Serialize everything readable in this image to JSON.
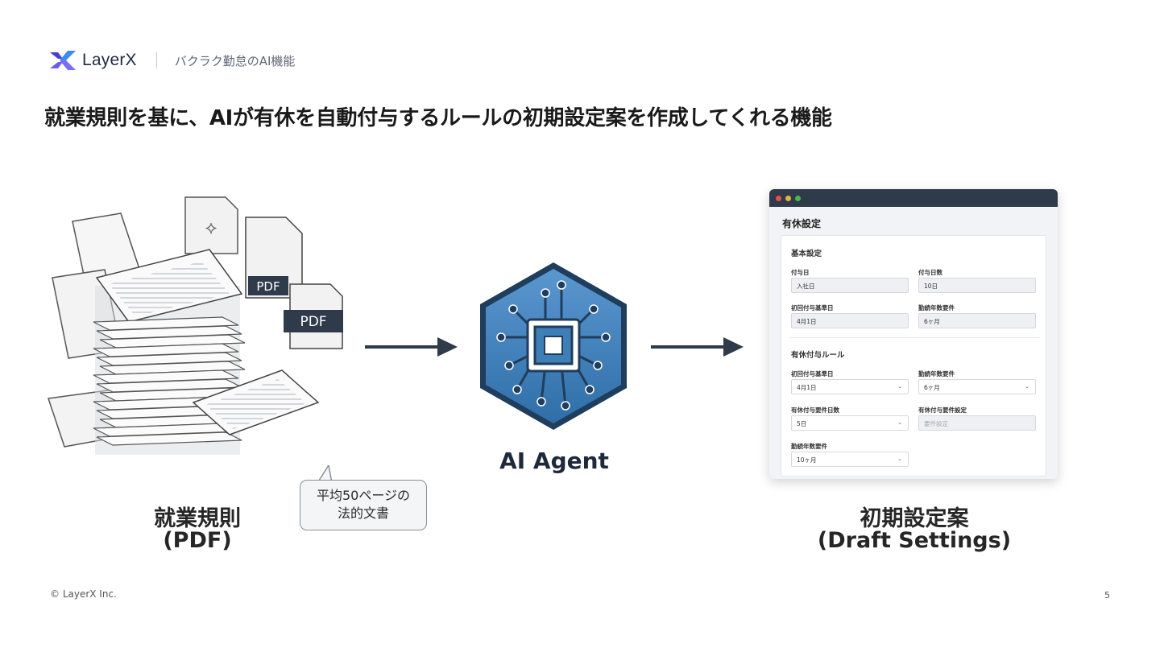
{
  "header": {
    "logo_text": "LayerX",
    "subtitle": "バクラク勤怠のAI機能"
  },
  "title": "就業規則を基に、AIが有休を自動付与するルールの初期設定案を作成してくれる機能",
  "source": {
    "label_line1": "就業規則",
    "label_line2": "(PDF)",
    "pdf_badge_1": "PDF",
    "pdf_badge_2": "PDF",
    "bubble_line1": "平均50ページの",
    "bubble_line2": "法的文書"
  },
  "agent": {
    "label": "AI Agent"
  },
  "output": {
    "label_line1": "初期設定案",
    "label_line2": "(Draft Settings)",
    "window": {
      "title": "有休設定",
      "basic_section": "基本設定",
      "fields_basic": [
        {
          "label": "付与日",
          "value": "入社日"
        },
        {
          "label": "付与日数",
          "value": "10日"
        },
        {
          "label": "初回付与基準日",
          "value": "4月1日"
        },
        {
          "label": "勤続年数要件",
          "value": "6ヶ月"
        }
      ],
      "rule_section": "有休付与ルール",
      "fields_rule": [
        {
          "label": "初回付与基準日",
          "value": "4月1日"
        },
        {
          "label": "勤続年数要件",
          "value": "6ヶ月"
        },
        {
          "label": "有休付与要件日数",
          "value": "5日"
        },
        {
          "label": "有休付与要件設定",
          "value": "要件設定"
        },
        {
          "label": "勤続年数要件",
          "value": "10ヶ月"
        }
      ]
    }
  },
  "footer": {
    "copyright": "© LayerX Inc.",
    "page_number": "5"
  },
  "colors": {
    "accent_blue": "#3f7fb8",
    "dark_navy": "#2f3a4b",
    "logo_purple": "#5b5bd6"
  }
}
